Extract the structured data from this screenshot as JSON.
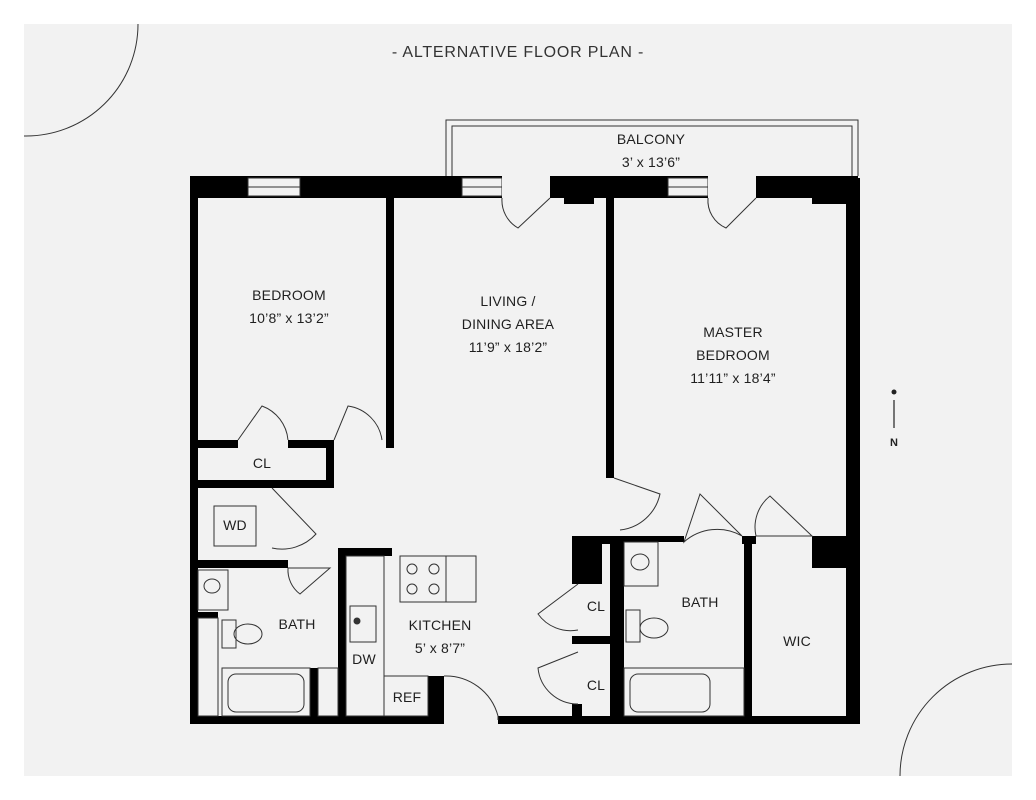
{
  "title": "- ALTERNATIVE FLOOR PLAN -",
  "rooms": {
    "balcony": {
      "name": "BALCONY",
      "dims": "3’ x 13’6”"
    },
    "bedroom": {
      "name": "BEDROOM",
      "dims": "10’8” x 13’2”"
    },
    "living": {
      "name_line1": "LIVING /",
      "name_line2": "DINING AREA",
      "dims": "11’9” x 18’2”"
    },
    "master": {
      "name_line1": "MASTER",
      "name_line2": "BEDROOM",
      "dims": "11’11” x 18’4”"
    },
    "closet_bedroom": {
      "name": "CL"
    },
    "laundry": {
      "name": "WD"
    },
    "bath_left": {
      "name": "BATH"
    },
    "kitchen": {
      "name": "KITCHEN",
      "dims": "5’ x 8’7”"
    },
    "dishwasher": {
      "name": "DW"
    },
    "refrigerator": {
      "name": "REF"
    },
    "closet_upper": {
      "name": "CL"
    },
    "closet_lower": {
      "name": "CL"
    },
    "bath_right": {
      "name": "BATH"
    },
    "walk_in_closet": {
      "name": "WIC"
    }
  },
  "compass": {
    "label": "N"
  }
}
